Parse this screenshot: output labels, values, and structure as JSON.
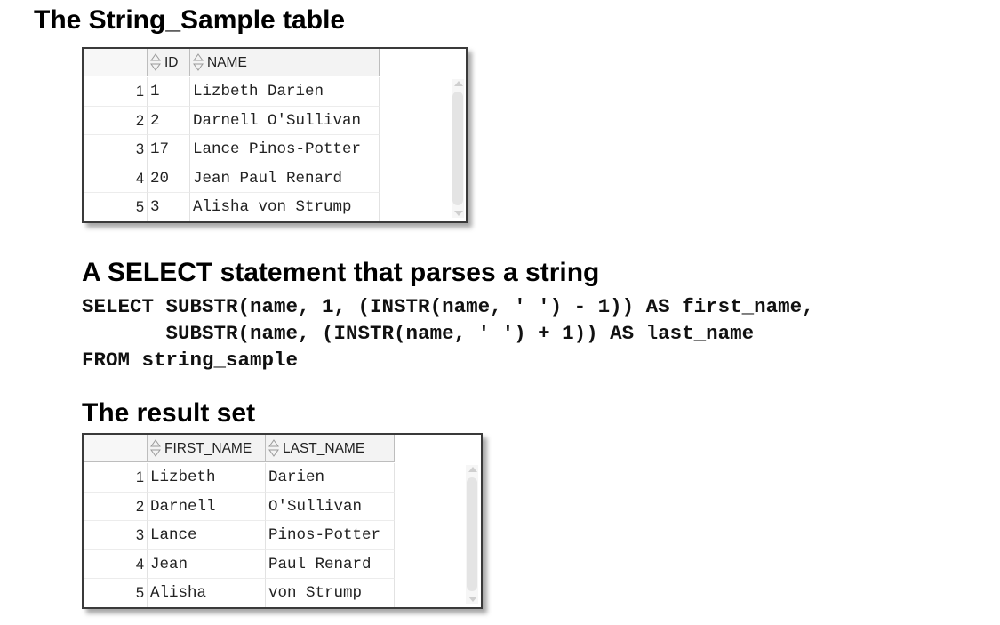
{
  "headings": {
    "table_title": "The String_Sample table",
    "select_title": "A SELECT statement that parses a string",
    "result_title": "The result set"
  },
  "sql": {
    "lines": [
      "SELECT SUBSTR(name, 1, (INSTR(name, ' ') - 1)) AS first_name,",
      "       SUBSTR(name, (INSTR(name, ' ') + 1)) AS last_name",
      "FROM string_sample"
    ]
  },
  "sample_table": {
    "columns": [
      "ID",
      "NAME"
    ],
    "rows": [
      {
        "rownum": "1",
        "cells": [
          "1",
          "Lizbeth Darien"
        ]
      },
      {
        "rownum": "2",
        "cells": [
          "2",
          "Darnell O'Sullivan"
        ]
      },
      {
        "rownum": "3",
        "cells": [
          "17",
          "Lance Pinos-Potter"
        ]
      },
      {
        "rownum": "4",
        "cells": [
          "20",
          "Jean Paul Renard"
        ]
      },
      {
        "rownum": "5",
        "cells": [
          "3",
          "Alisha von Strump"
        ]
      }
    ]
  },
  "result_table": {
    "columns": [
      "FIRST_NAME",
      "LAST_NAME"
    ],
    "rows": [
      {
        "rownum": "1",
        "cells": [
          "Lizbeth",
          "Darien"
        ]
      },
      {
        "rownum": "2",
        "cells": [
          "Darnell",
          "O'Sullivan"
        ]
      },
      {
        "rownum": "3",
        "cells": [
          "Lance",
          "Pinos-Potter"
        ]
      },
      {
        "rownum": "4",
        "cells": [
          "Jean",
          "Paul Renard"
        ]
      },
      {
        "rownum": "5",
        "cells": [
          "Alisha",
          "von Strump"
        ]
      }
    ]
  },
  "icons": {
    "column_sort": "sort-arrows-icon",
    "scroll_up": "scroll-up-arrow-icon",
    "scroll_down": "scroll-down-arrow-icon"
  },
  "colors": {
    "grid_border": "#3a3a3a",
    "header_bg": "#f3f3f3"
  }
}
